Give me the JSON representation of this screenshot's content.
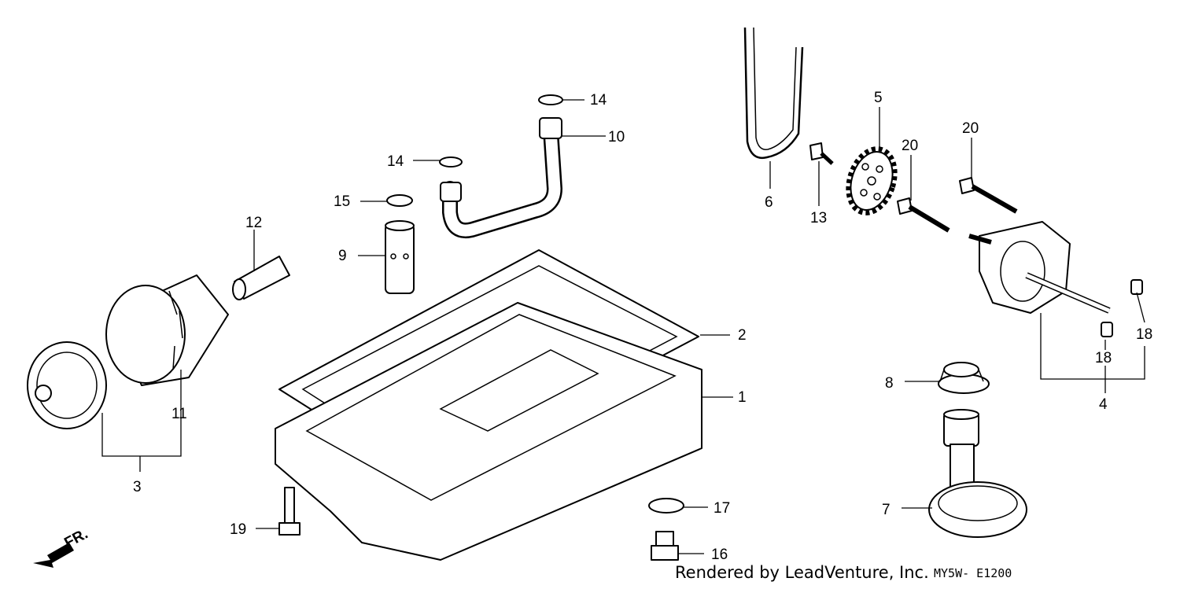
{
  "diagram": {
    "callouts": [
      "1",
      "2",
      "3",
      "4",
      "5",
      "6",
      "7",
      "8",
      "9",
      "10",
      "11",
      "12",
      "13",
      "14",
      "14",
      "15",
      "16",
      "17",
      "18",
      "18",
      "19",
      "20",
      "20"
    ],
    "front_marker": "FR.",
    "credit": "Rendered by LeadVenture, Inc.",
    "code": "MY5W- E1200"
  }
}
